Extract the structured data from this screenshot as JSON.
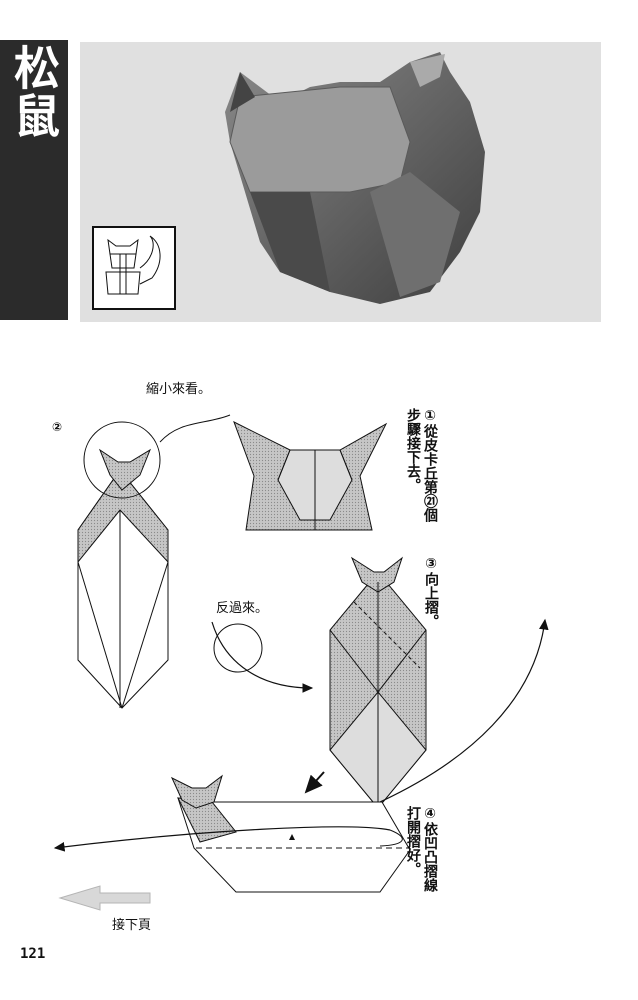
{
  "title": "松鼠",
  "notes": {
    "zoom": "縮小來看。",
    "turn_over": "反過來。",
    "next_page": "接下頁"
  },
  "steps": [
    {
      "num": "①",
      "text": "從皮卡丘第㉑個步驟接下去。"
    },
    {
      "num": "②",
      "text": ""
    },
    {
      "num": "③",
      "text": "向上摺。"
    },
    {
      "num": "④",
      "text": "依凹凸摺線打開摺好。"
    }
  ],
  "page_number": "121",
  "colors": {
    "title_band": "#2b2b2b",
    "paper_shade": "#b5b5b5",
    "photo_bg": "#e0e0e0"
  }
}
